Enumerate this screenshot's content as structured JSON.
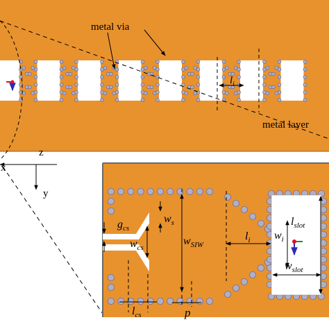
{
  "colors": {
    "metal": "#E8922E",
    "via_fill": "#AFAFC6",
    "via_stroke": "#6C6C9A",
    "slot": "#FFFFFF",
    "line": "#000000",
    "axis_y": "#2A2AB0",
    "axis_x": "#E0102A",
    "axis_z": "#2A8A2A"
  },
  "top_panel": {
    "via_label": "metal via",
    "layer_label": "metal layer",
    "slot_length_label": "l",
    "slot_length_sub": "i",
    "slot_count": 8
  },
  "axes": {
    "x": "x",
    "y": "y",
    "z": "z"
  },
  "detail_panel": {
    "g_cs": {
      "main": "g",
      "sub": "cs"
    },
    "w_s": {
      "main": "w",
      "sub": "s"
    },
    "w_cs": {
      "main": "w",
      "sub": "cs"
    },
    "w_siw": {
      "main": "w",
      "sub": "SIW"
    },
    "l_i": {
      "main": "l",
      "sub": "i"
    },
    "w_i": {
      "main": "w",
      "sub": "i"
    },
    "l_slot": {
      "main": "l",
      "sub": "slot"
    },
    "w_slot": {
      "main": "w",
      "sub": "slot"
    },
    "l_cs": {
      "main": "l",
      "sub": "cs"
    },
    "p": "p"
  }
}
